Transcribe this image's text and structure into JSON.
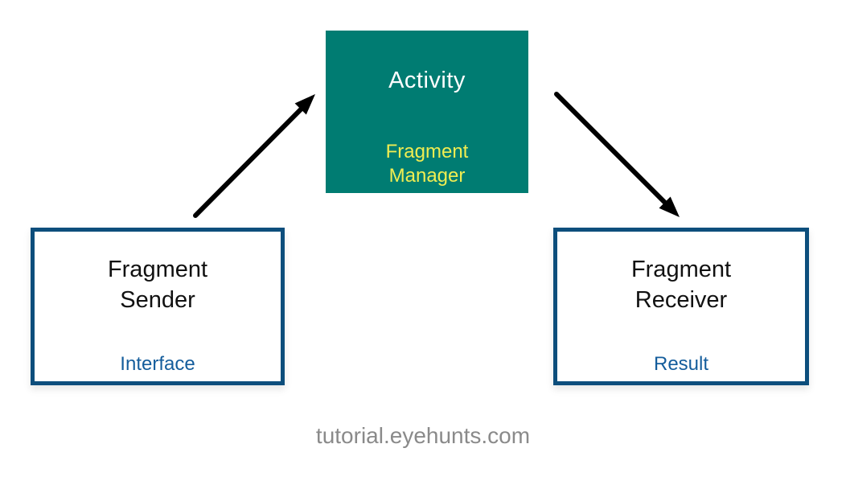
{
  "diagram": {
    "nodes": {
      "activity": {
        "title": "Activity",
        "subtitle_line1": "Fragment",
        "subtitle_line2": "Manager"
      },
      "sender": {
        "title_line1": "Fragment",
        "title_line2": "Sender",
        "subtitle": "Interface"
      },
      "receiver": {
        "title_line1": "Fragment",
        "title_line2": "Receiver",
        "subtitle": "Result"
      }
    },
    "arrows": [
      {
        "name": "sender-to-activity",
        "from": "Fragment Sender",
        "to": "Activity"
      },
      {
        "name": "activity-to-receiver",
        "from": "Activity",
        "to": "Fragment Receiver"
      }
    ],
    "caption": "tutorial.eyehunts.com"
  },
  "colors": {
    "teal": "#007c72",
    "navy": "#0d4e7c",
    "blue-text": "#145d9c",
    "yellow": "#f0ed51",
    "title-black": "#111111",
    "caption-gray": "#8a8a8a",
    "arrow": "#000000"
  }
}
